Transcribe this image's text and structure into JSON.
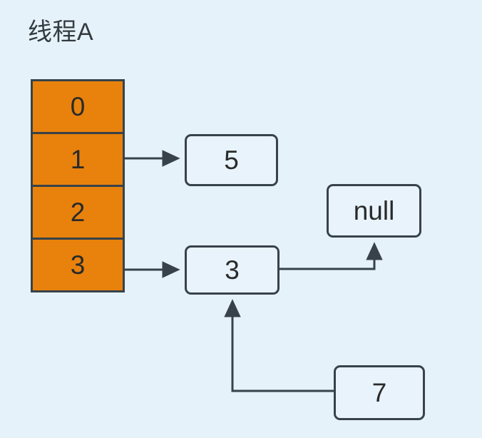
{
  "meta": {
    "background_color": "#e6f2fa",
    "stroke_color": "#37424a",
    "bucket_fill_color": "#e8820c",
    "node_fill_color": "#e8f3fb",
    "text_color": "#2a2a2a"
  },
  "title": {
    "text": "线程A"
  },
  "bucket_table": {
    "name": "hash-bucket-array",
    "cells": [
      {
        "index": "0",
        "label": "0",
        "has_link": false
      },
      {
        "index": "1",
        "label": "1",
        "has_link": true
      },
      {
        "index": "2",
        "label": "2",
        "has_link": false
      },
      {
        "index": "3",
        "label": "3",
        "has_link": true
      }
    ]
  },
  "nodes": [
    {
      "id": "node-5",
      "label": "5"
    },
    {
      "id": "node-null",
      "label": "null"
    },
    {
      "id": "node-3",
      "label": "3"
    },
    {
      "id": "node-7",
      "label": "7"
    }
  ],
  "edges": [
    {
      "id": "edge-bucket1-to-5",
      "from": "bucket-cell-1",
      "to": "node-5",
      "arrow": "to"
    },
    {
      "id": "edge-bucket3-to-3",
      "from": "bucket-cell-3",
      "to": "node-3",
      "arrow": "to"
    },
    {
      "id": "edge-3-to-null",
      "from": "node-3",
      "to": "node-null",
      "arrow": "to"
    },
    {
      "id": "edge-7-to-3",
      "from": "node-7",
      "to": "node-3",
      "arrow": "to"
    }
  ]
}
